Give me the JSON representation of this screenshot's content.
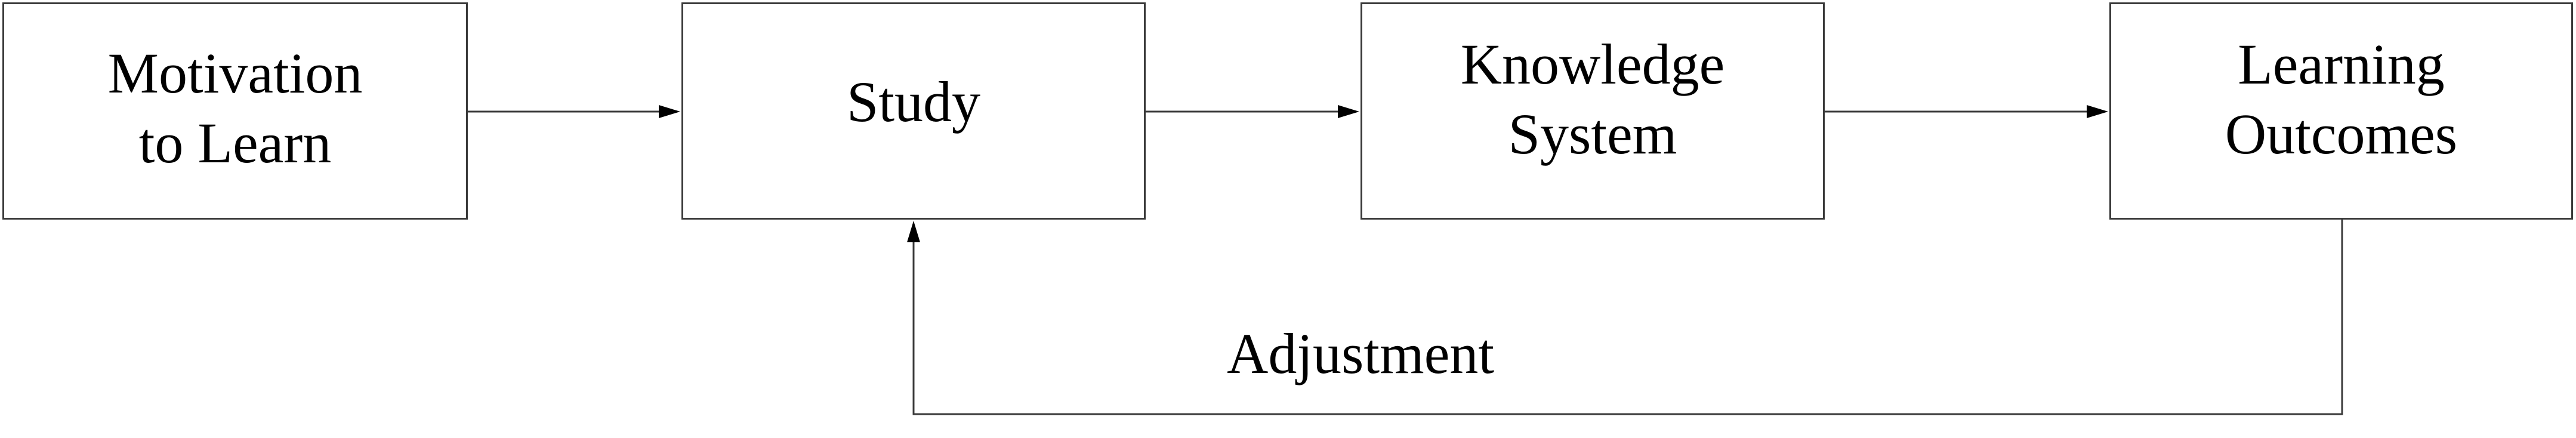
{
  "diagram": {
    "nodes": [
      {
        "id": "motivation",
        "lines": [
          "Motivation",
          "to Learn"
        ]
      },
      {
        "id": "study",
        "lines": [
          "Study"
        ]
      },
      {
        "id": "knowledge",
        "lines": [
          "Knowledge",
          "System"
        ]
      },
      {
        "id": "outcomes",
        "lines": [
          "Learning",
          "Outcomes"
        ]
      }
    ],
    "edges": [
      {
        "from": "motivation",
        "to": "study"
      },
      {
        "from": "study",
        "to": "knowledge"
      },
      {
        "from": "knowledge",
        "to": "outcomes"
      },
      {
        "from": "outcomes",
        "to": "study",
        "label": "Adjustment"
      }
    ],
    "feedback_label": "Adjustment",
    "colors": {
      "stroke": "#3a3a3a",
      "text": "#000000",
      "background": "#ffffff"
    }
  }
}
